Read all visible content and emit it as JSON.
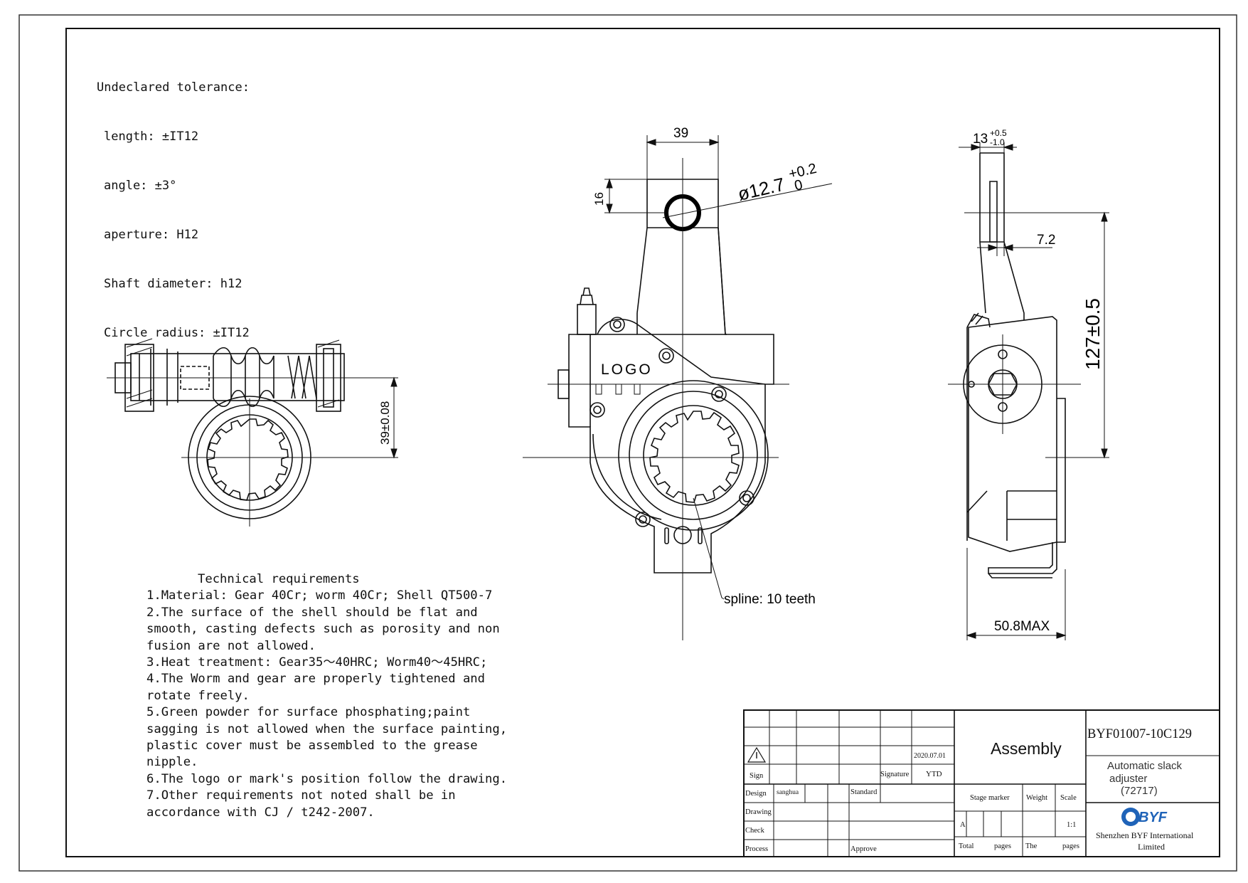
{
  "tolerance": {
    "title": "Undeclared tolerance:",
    "lines": [
      "length: ±IT12",
      "angle: ±3°",
      "aperture: H12",
      "Shaft diameter: h12",
      "Circle radius: ±IT12"
    ]
  },
  "technical_requirements": {
    "title": "Technical requirements",
    "lines": [
      "1.Material: Gear 40Cr; worm 40Cr; Shell QT500-7",
      "2.The surface of the shell should be flat and",
      "smooth, casting defects such as porosity and non",
      "fusion are not allowed.",
      "3.Heat treatment: Gear35～40HRC; Worm40～45HRC;",
      "4.The Worm and gear are properly tightened and",
      "rotate freely.",
      "5.Green powder for surface phosphating;paint",
      "sagging is not allowed when the surface painting,",
      "plastic cover must be assembled to the grease",
      "nipple.",
      "6.The logo or mark's position follow the drawing.",
      "7.Other requirements not noted shall be in",
      "accordance with CJ / t242-2007."
    ]
  },
  "dimensions": {
    "worm_center": "39±0.08",
    "arm_width": "39",
    "hole_offset": "16",
    "hole_diameter": "ø12.7",
    "hole_tol_upper": "+0.2",
    "hole_tol_lower": "0",
    "spline": "spline: 10 teeth",
    "logo": "LOGO",
    "arm_thickness": "13",
    "arm_tol_upper": "+0.5",
    "arm_tol_lower": "-1.0",
    "offset": "7.2",
    "arm_length": "127±0.5",
    "max_width": "50.8MAX"
  },
  "title_block": {
    "sign": "Sign",
    "signature": "Signature",
    "ytd": "YTD",
    "date": "2020.07.01",
    "design": "Design",
    "designer": "sanghua",
    "standard": "Standard",
    "drawing": "Drawing",
    "check": "Check",
    "process": "Process",
    "approve": "Approve",
    "assembly": "Assembly",
    "stage_marker": "Stage marker",
    "weight": "Weight",
    "scale": "Scale",
    "stage_value": "A",
    "scale_value": "1:1",
    "total": "Total",
    "pages": "pages",
    "the": "The",
    "pages2": "pages",
    "part_number": "BYF01007-10C129",
    "product_name_1": "Automatic slack",
    "product_name_2": "adjuster",
    "product_code": "(72717)",
    "company_logo": "BYF",
    "company_1": "Shenzhen BYF International",
    "company_2": "Limited"
  }
}
